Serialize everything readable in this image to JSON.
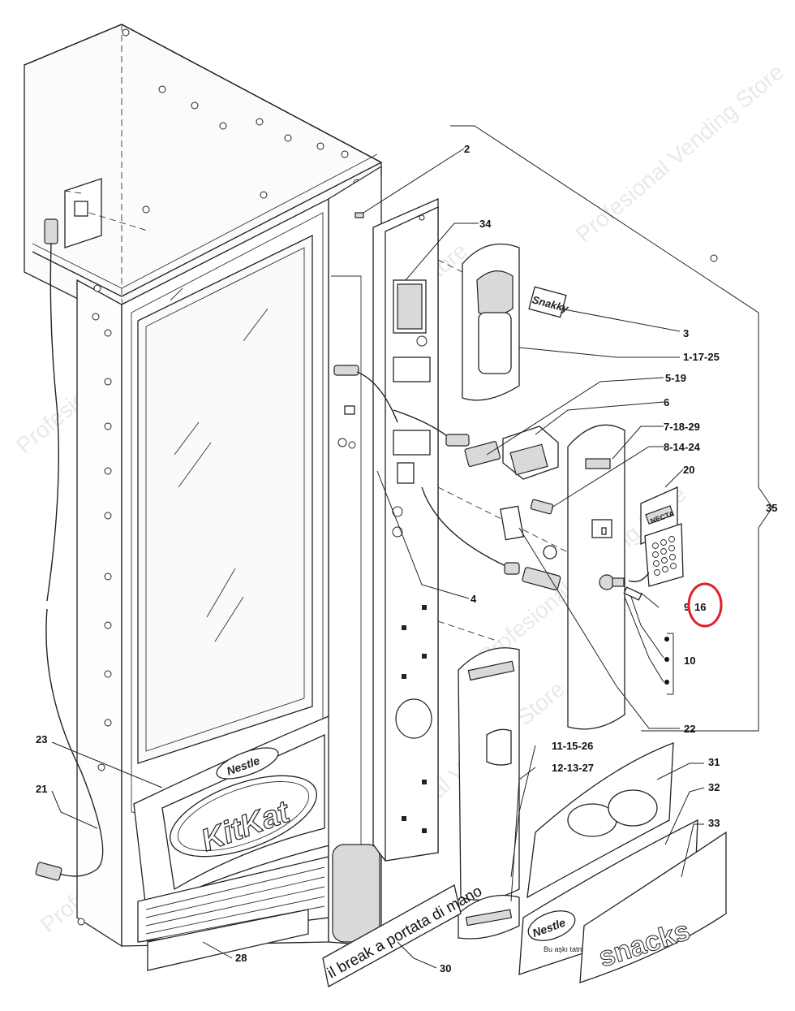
{
  "watermark": "Profesional Vending Store",
  "labels": {
    "l2": "2",
    "l34": "34",
    "l3": "3",
    "l1_17_25": "1-17-25",
    "l5_19": "5-19",
    "l6": "6",
    "l7_18_29": "7-18-29",
    "l8_14_24": "8-14-24",
    "l20": "20",
    "l35": "35",
    "l9": "9",
    "l16": "16",
    "l10": "10",
    "l4": "4",
    "l22": "22",
    "l11_15_26": "11-15-26",
    "l12_13_27": "12-13-27",
    "l31": "31",
    "l32": "32",
    "l33": "33",
    "l23": "23",
    "l21": "21",
    "l28": "28",
    "l30": "30"
  },
  "artwork_text": {
    "snakky": "Snakky",
    "necta": "NECTA",
    "kitkat": "KitKat",
    "nestle": "Nestle",
    "slogan": "il break a portata di mano",
    "sticker_nestle": "Nestle",
    "sticker_tr": "Bu aşkı tatmalısın",
    "snacks": "snacks",
    "nestle_sm": "Nestle"
  },
  "highlight": {
    "color": "#e0202a",
    "target": "16"
  },
  "colors": {
    "line": "#222222",
    "panel_gray": "#d9d9d9"
  }
}
